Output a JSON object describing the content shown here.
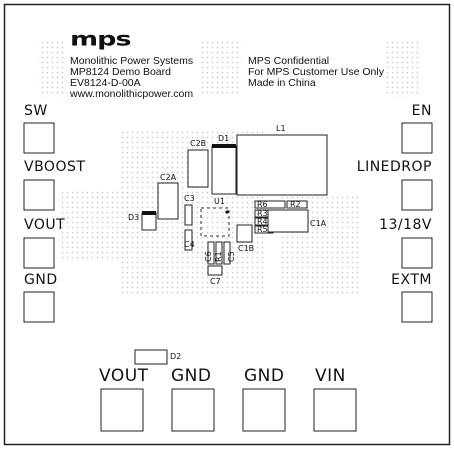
{
  "logo": "mps",
  "company_info": {
    "line1": "Monolithic Power Systems",
    "line2": "MP8124 Demo Board",
    "line3": "EV8124-D-00A",
    "line4": "www.monolithicpower.com"
  },
  "notice": {
    "line1": "MPS Confidential",
    "line2": "For MPS Customer Use Only",
    "line3": "Made in China"
  },
  "left_pins": [
    "SW",
    "VBOOST",
    "VOUT",
    "GND"
  ],
  "right_pins": [
    "EN",
    "LINEDROP",
    "13/18V",
    "EXTM"
  ],
  "bottom_pins": [
    "VOUT",
    "GND",
    "GND",
    "VIN"
  ],
  "components": {
    "l1": "L1",
    "d1": "D1",
    "c2b": "C2B",
    "c2a": "C2A",
    "d3": "D3",
    "c3": "C3",
    "c4": "C4",
    "u1": "U1",
    "r6": "R6",
    "r2": "R2",
    "r3": "R3",
    "r4": "R4",
    "r5": "R5",
    "c1a": "C1A",
    "c1b": "C1B",
    "c6": "C6",
    "r1": "R1",
    "c7": "C7",
    "c5": "C5",
    "d2": "D2"
  }
}
